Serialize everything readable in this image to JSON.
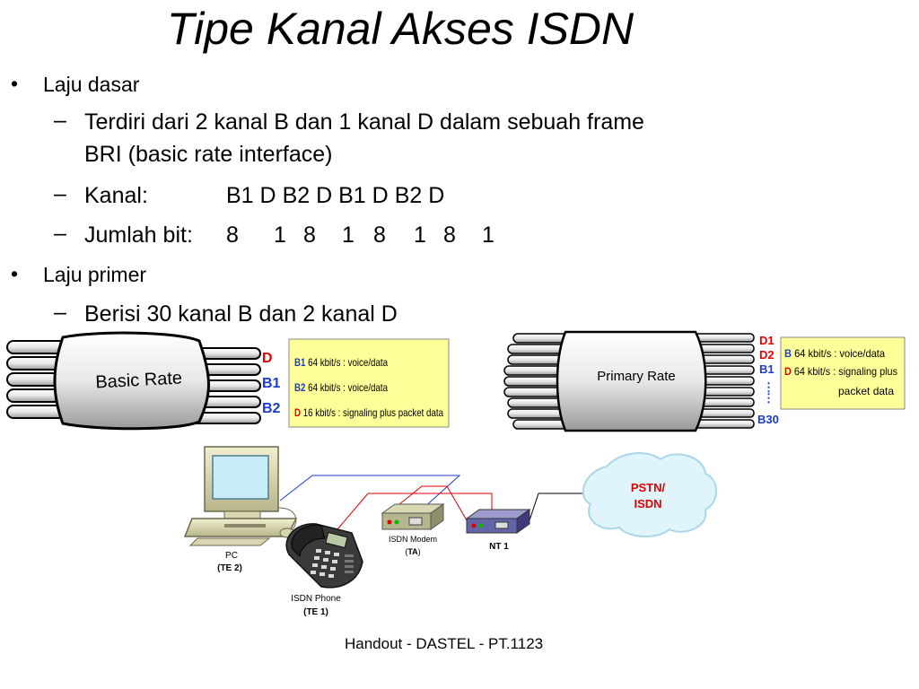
{
  "title": "Tipe Kanal Akses ISDN",
  "bullets": {
    "basic": "Laju dasar",
    "basic_sub1_line1": "Terdiri dari 2 kanal B dan 1 kanal D dalam sebuah frame",
    "basic_sub1_line2": "BRI (basic rate interface)",
    "kanal_label": "Kanal:",
    "kanal_values": [
      "B1",
      "D",
      "B2",
      "D",
      "B1",
      "D",
      "B2",
      "D"
    ],
    "bit_label": "Jumlah bit:",
    "bit_values": [
      "8",
      "1",
      "8",
      "1",
      "8",
      "1",
      "8",
      "1"
    ],
    "primary": "Laju primer",
    "primary_sub1": "Berisi 30 kanal B dan 2 kanal D"
  },
  "basic_rate": {
    "label": "Basic Rate",
    "channels": [
      "D",
      "B1",
      "B2"
    ],
    "legend": [
      {
        "ch": "B1",
        "text": "64 kbit/s : voice/data"
      },
      {
        "ch": "B2",
        "text": "64 kbit/s : voice/data"
      },
      {
        "ch": "D",
        "text": "16 kbit/s : signaling plus packet data"
      }
    ]
  },
  "primary_rate": {
    "label": "Primary Rate",
    "channels": [
      "D1",
      "D2",
      "B1",
      "B30"
    ],
    "legend_line1_ch": "B",
    "legend_line1": "64 kbit/s : voice/data",
    "legend_line2_ch": "D",
    "legend_line2": "64 kbit/s : signaling plus",
    "legend_line3": "packet data"
  },
  "network": {
    "pc_label": "PC",
    "pc_sub": "(TE 2)",
    "phone_label": "ISDN Phone",
    "phone_sub": "(TE 1)",
    "modem_label": "ISDN Modem",
    "modem_sub_open": "(",
    "modem_sub": "TA",
    "modem_sub_close": ")",
    "nt_label": "NT 1",
    "cloud_line1": "PSTN/",
    "cloud_line2": "ISDN"
  },
  "footer": "Handout - DASTEL - PT.1123",
  "colors": {
    "legend_bg": "#ffff99",
    "red": "#e00000",
    "blue": "#1a3cc8",
    "cloud": "#dff4fb",
    "cloud_text": "#e00000"
  }
}
